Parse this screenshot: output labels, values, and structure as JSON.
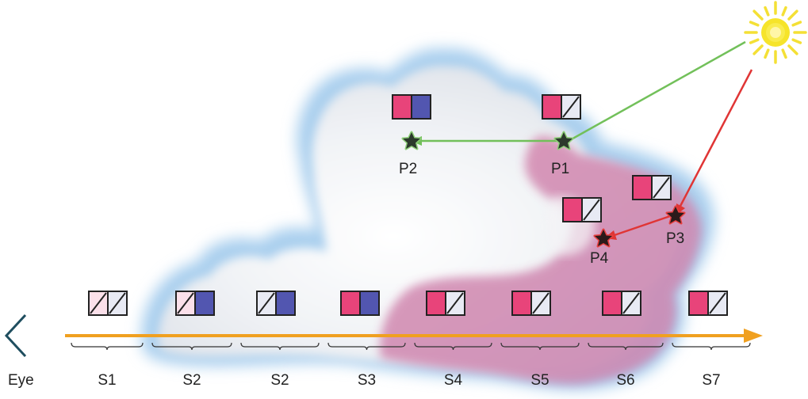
{
  "diagram": {
    "eye_label": "Eye",
    "points": {
      "p1": {
        "label": "P1",
        "left_fill": "pink",
        "right_fill": "hatch"
      },
      "p2": {
        "label": "P2",
        "left_fill": "pink",
        "right_fill": "blue"
      },
      "p3": {
        "label": "P3",
        "left_fill": "pink",
        "right_fill": "hatch"
      },
      "p4": {
        "label": "P4",
        "left_fill": "pink",
        "right_fill": "hatch"
      }
    },
    "segments": [
      {
        "label": "S1",
        "left_fill": "lightpink-hatch",
        "right_fill": "hatch"
      },
      {
        "label": "S2",
        "left_fill": "lightpink-hatch",
        "right_fill": "blue"
      },
      {
        "label": "S2",
        "left_fill": "hatch",
        "right_fill": "blue"
      },
      {
        "label": "S3",
        "left_fill": "pink",
        "right_fill": "blue"
      },
      {
        "label": "S4",
        "left_fill": "pink",
        "right_fill": "hatch"
      },
      {
        "label": "S5",
        "left_fill": "pink",
        "right_fill": "hatch"
      },
      {
        "label": "S6",
        "left_fill": "pink",
        "right_fill": "hatch"
      },
      {
        "label": "S7",
        "left_fill": "pink",
        "right_fill": "hatch"
      }
    ],
    "colors": {
      "pink": "#e8447a",
      "light_pink": "#fbe0ea",
      "blue": "#5256b0",
      "hatch_bg": "#e8eaf4",
      "green_ray": "#72c05a",
      "red_ray": "#e03535",
      "orange_ray": "#f0a020",
      "sun": "#f6e42a",
      "eye": "#1f4e5f"
    },
    "icons": {
      "sun": "sun-icon",
      "eye": "eye-chevron-icon",
      "scatter_point": "star-icon"
    }
  }
}
